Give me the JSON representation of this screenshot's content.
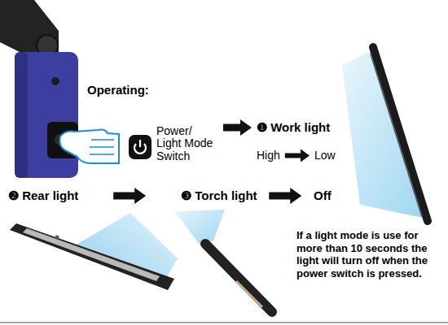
{
  "diagram": {
    "nodes": [
      {
        "text": [
          "Power/ Light Mode Switch"
        ]
      },
      {
        "text": [
          "❶ Work light"
        ]
      },
      {
        "text": [
          "High"
        ]
      },
      {
        "text": [
          "Low"
        ]
      },
      {
        "text": [
          "❷ Rear light"
        ]
      },
      {
        "text": [
          "❸ Torch light"
        ]
      },
      {
        "text": [
          "Off"
        ]
      }
    ],
    "edges": [
      {
        "from": 0,
        "to": 1,
        "arrow": "to"
      },
      {
        "from": 2,
        "to": 3,
        "arrow": "to"
      },
      {
        "from": 4,
        "to": 5,
        "arrow": "to"
      },
      {
        "from": 5,
        "to": 6,
        "arrow": "to"
      }
    ],
    "labels": [
      "Operating:",
      "If a light mode is use for more than 10 seconds the light will turn off when the power switch is pressed."
    ]
  }
}
